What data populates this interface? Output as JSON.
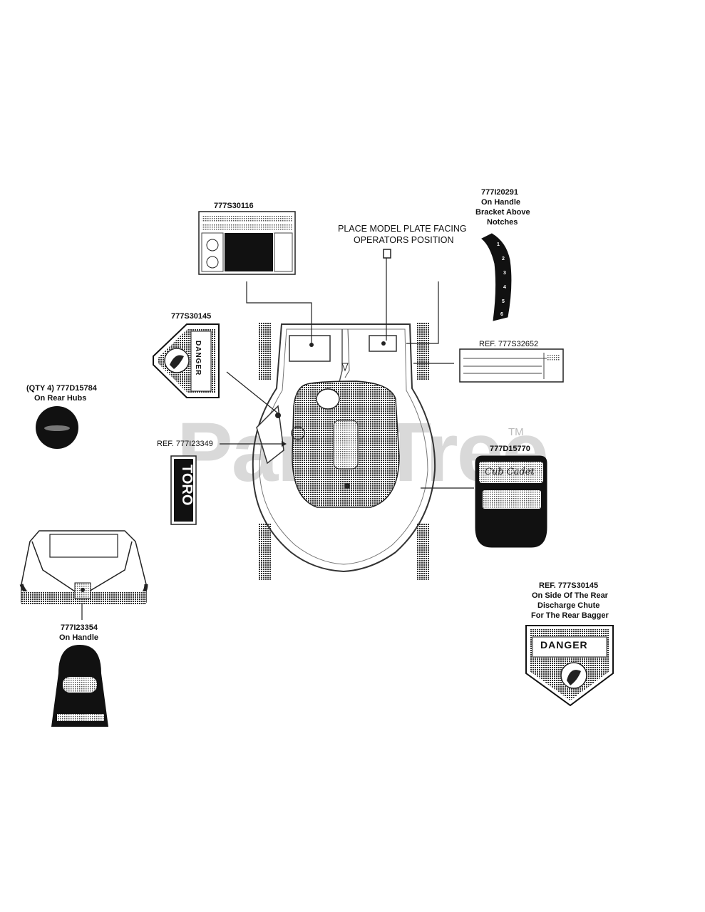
{
  "labels": {
    "decal_777S30116": "777S30116",
    "decal_777I20291_part": "777I20291",
    "decal_777I20291_line1": "On Handle",
    "decal_777I20291_line2": "Bracket Above",
    "decal_777I20291_line3": "Notches",
    "model_plate_line1": "PLACE MODEL PLATE FACING",
    "model_plate_line2": "OPERATORS POSITION",
    "decal_777S30145": "777S30145",
    "ref_777S32652": "REF. 777S32652",
    "hubs_line1": "(QTY 4) 777D15784",
    "hubs_line2": "On Rear Hubs",
    "ref_777I23349": "REF. 777I23349",
    "decal_777D15770": "777D15770",
    "handle_part": "777I23354",
    "handle_line": "On Handle",
    "rear_ref": "REF. 777S30145",
    "rear_line1": "On Side Of The Rear",
    "rear_line2": "Discharge Chute",
    "rear_line3": "For The Rear Bagger"
  },
  "decal_text": {
    "danger": "DANGER",
    "vertical_brand": "TORO",
    "cub_cadet": "Cub Cadet",
    "notches": [
      "1",
      "2",
      "3",
      "4",
      "5",
      "6"
    ]
  },
  "watermark": {
    "text": "PartsTree",
    "tm": "TM"
  }
}
